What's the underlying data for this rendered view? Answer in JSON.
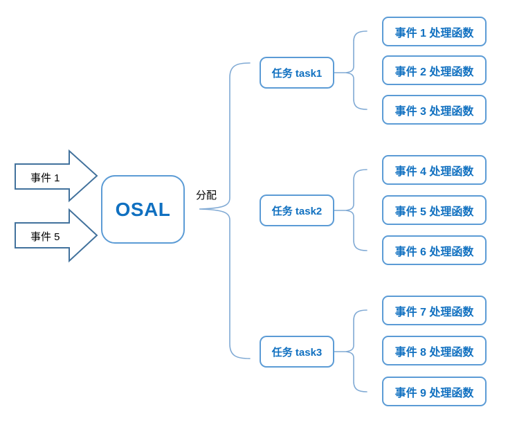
{
  "diagram": {
    "inputs": [
      {
        "label": "事件 1"
      },
      {
        "label": "事件 5"
      }
    ],
    "core_label": "OSAL",
    "dispatch_label": "分配",
    "tasks": [
      {
        "label": "任务 task1",
        "handlers": [
          "事件 1 处理函数",
          "事件 2 处理函数",
          "事件 3 处理函数"
        ]
      },
      {
        "label": "任务 task2",
        "handlers": [
          "事件 4 处理函数",
          "事件 5 处理函数",
          "事件 6 处理函数"
        ]
      },
      {
        "label": "任务 task3",
        "handlers": [
          "事件 7 处理函数",
          "事件 8 处理函数",
          "事件 9 处理函数"
        ]
      }
    ],
    "colors": {
      "box_border": "#5B9BD5",
      "box_text": "#1070C0",
      "arrow_border": "#41719C",
      "brace": "#7FA9D4",
      "label_text": "#000000"
    }
  }
}
